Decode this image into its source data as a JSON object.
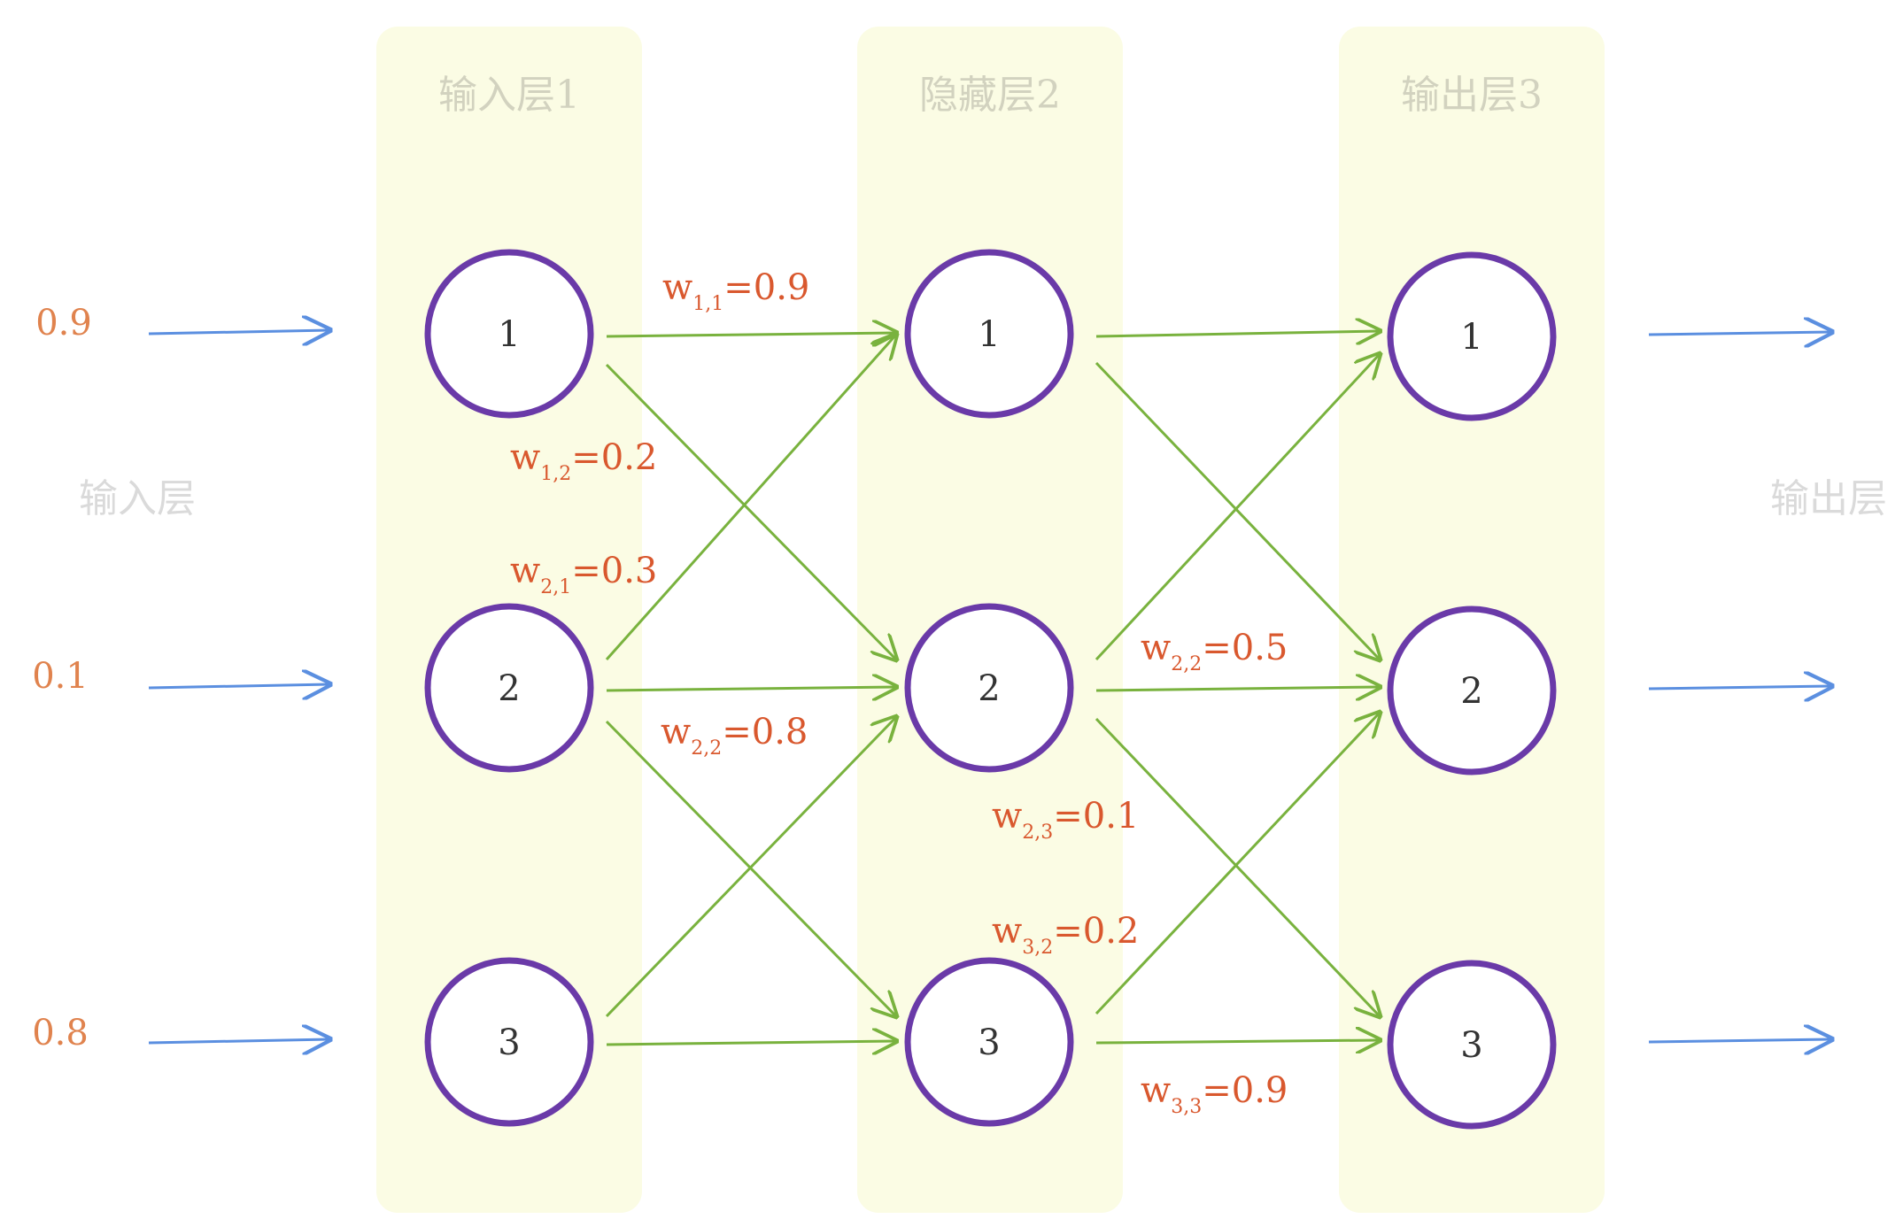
{
  "layers": [
    {
      "title": "输入层1",
      "nodes": [
        "1",
        "2",
        "3"
      ]
    },
    {
      "title": "隐藏层2",
      "nodes": [
        "1",
        "2",
        "3"
      ]
    },
    {
      "title": "输出层3",
      "nodes": [
        "1",
        "2",
        "3"
      ]
    }
  ],
  "side_labels": {
    "left": "输入层",
    "right": "输出层"
  },
  "inputs": [
    "0.9",
    "0.1",
    "0.8"
  ],
  "weights": [
    {
      "name": "w",
      "sub": "1,1",
      "value": "=0.9"
    },
    {
      "name": "w",
      "sub": "1,2",
      "value": "=0.2"
    },
    {
      "name": "w",
      "sub": "2,1",
      "value": "=0.3"
    },
    {
      "name": "w",
      "sub": "2,2",
      "value": "=0.8"
    },
    {
      "name": "w",
      "sub": "2,2",
      "value": "=0.5"
    },
    {
      "name": "w",
      "sub": "2,3",
      "value": "=0.1"
    },
    {
      "name": "w",
      "sub": "3,2",
      "value": "=0.2"
    },
    {
      "name": "w",
      "sub": "3,3",
      "value": "=0.9"
    }
  ],
  "colors": {
    "layer_band": "#fbfce4",
    "node_stroke": "#6a3aa8",
    "connection": "#79b23e",
    "io_arrow": "#5b8fe0",
    "weight_text": "#d9582e",
    "input_text": "#e0834e"
  }
}
